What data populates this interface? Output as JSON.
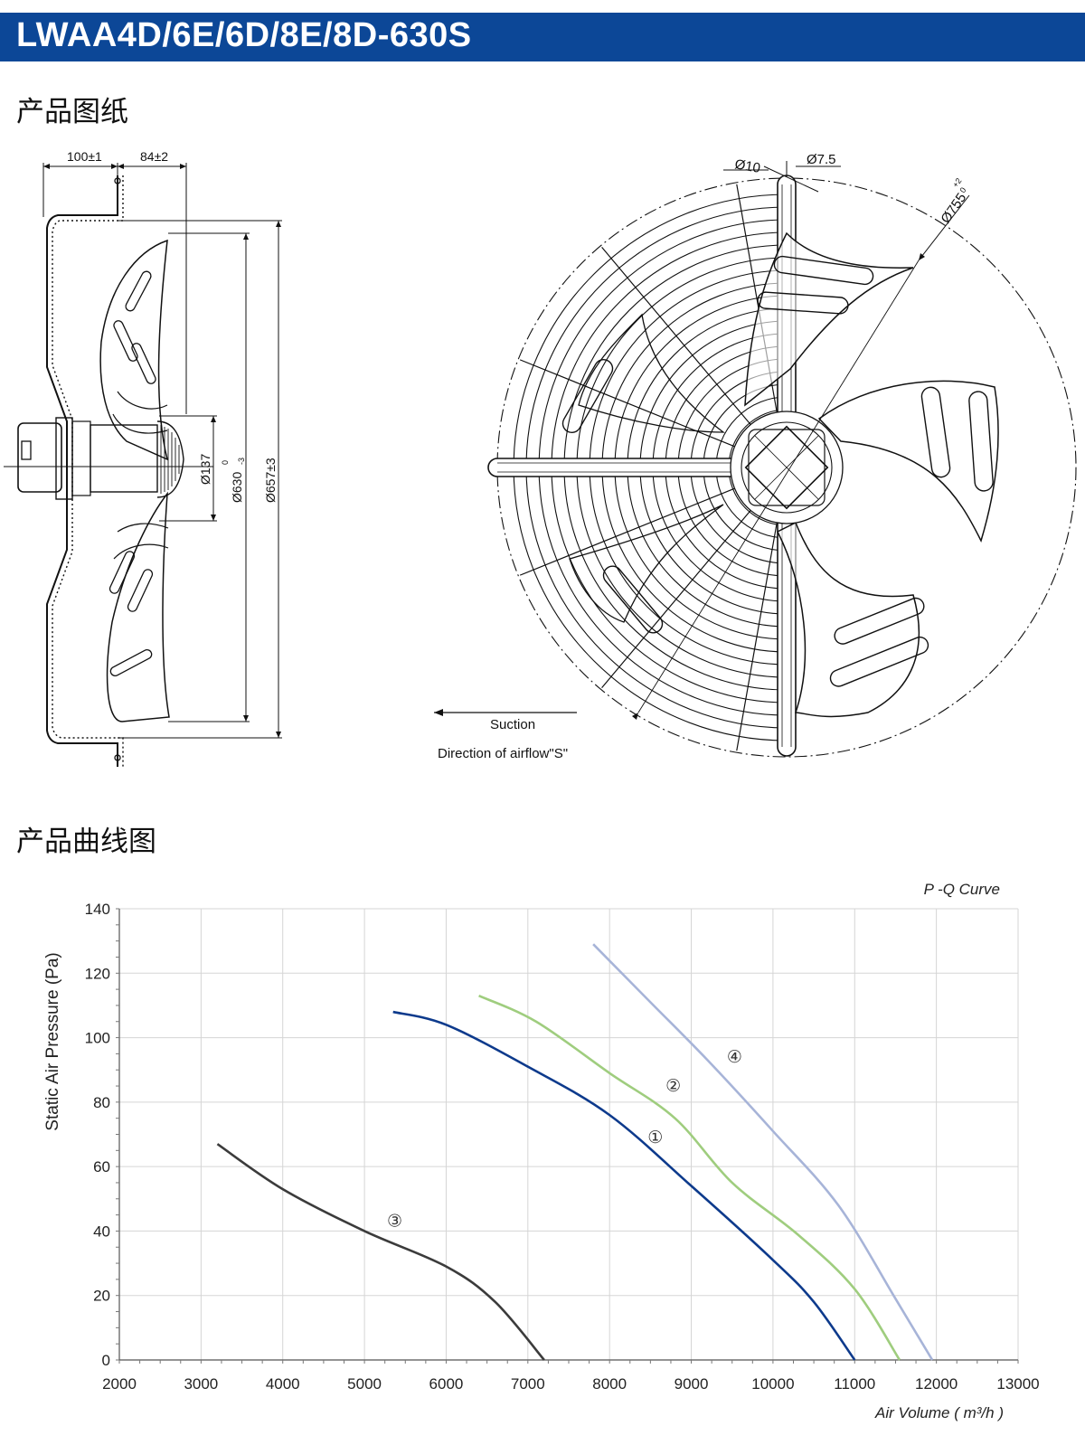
{
  "header": {
    "title": "LWAA4D/6E/6D/8E/8D-630S"
  },
  "sections": {
    "drawing_title": "产品图纸",
    "curve_title": "产品曲线图"
  },
  "drawing": {
    "side_view": {
      "dim_depth": "100±1",
      "dim_motor": "84±2",
      "dim_hub": "Ø137",
      "dim_blade": "Ø630",
      "dim_blade_tol_upper": "0",
      "dim_blade_tol_lower": "-3",
      "dim_outer": "Ø657±3"
    },
    "front_view": {
      "dim_hole": "Ø10",
      "dim_slot": "Ø7.5",
      "dim_mount": "Ø755",
      "dim_mount_tol_upper": "+2",
      "dim_mount_tol_lower": "0"
    },
    "airflow": {
      "suction_label": "Suction",
      "direction_label": "Direction of airflow\"S\""
    }
  },
  "chart_data": {
    "type": "line",
    "title": "P -Q Curve",
    "xlabel": "Air Volume ( m³/h )",
    "ylabel": "Static Air Pressure  (Pa)",
    "xlim": [
      2000,
      13000
    ],
    "ylim": [
      0,
      140
    ],
    "x_ticks": [
      2000,
      3000,
      4000,
      5000,
      6000,
      7000,
      8000,
      9000,
      10000,
      11000,
      12000,
      13000
    ],
    "y_ticks": [
      0,
      20,
      40,
      60,
      80,
      100,
      120,
      140
    ],
    "grid": true,
    "series": [
      {
        "name": "①",
        "color": "#0d3a8c",
        "x": [
          5350,
          6000,
          7000,
          8000,
          9000,
          10000,
          10500,
          11000
        ],
        "y": [
          108,
          104,
          91,
          76,
          54,
          31,
          18,
          0
        ]
      },
      {
        "name": "②",
        "color": "#9fcd7e",
        "x": [
          6400,
          7100,
          8000,
          8800,
          9500,
          10300,
          11000,
          11550
        ],
        "y": [
          113,
          105,
          89,
          75,
          55,
          39,
          22,
          0
        ]
      },
      {
        "name": "③",
        "color": "#3b3b3b",
        "x": [
          3200,
          4000,
          5000,
          6000,
          6600,
          7200
        ],
        "y": [
          67,
          53,
          40,
          29,
          18,
          0
        ]
      },
      {
        "name": "④",
        "color": "#a7b4d8",
        "x": [
          7800,
          8500,
          9200,
          10000,
          10800,
          11500,
          11950
        ],
        "y": [
          129,
          111,
          93,
          71,
          48,
          19,
          0
        ]
      }
    ],
    "series_label_positions": [
      {
        "name": "①",
        "x": 8560,
        "y": 69
      },
      {
        "name": "②",
        "x": 8780,
        "y": 85
      },
      {
        "name": "③",
        "x": 5370,
        "y": 43
      },
      {
        "name": "④",
        "x": 9530,
        "y": 94
      }
    ]
  }
}
